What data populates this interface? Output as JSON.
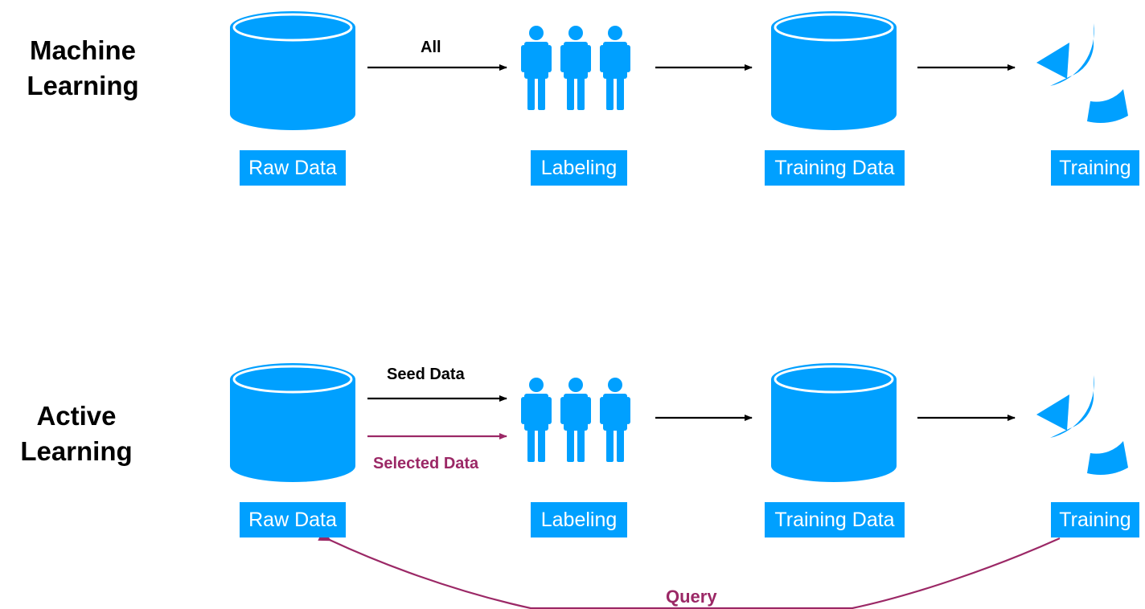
{
  "colors": {
    "node": "#00a0ff",
    "arrow": "#000000",
    "query": "#9b2866"
  },
  "rows": [
    {
      "title_line1": "Machine",
      "title_line2": "Learning",
      "nodes": [
        "Raw Data",
        "Labeling",
        "Training Data",
        "Training"
      ],
      "edge_label": "All"
    },
    {
      "title_line1": "Active",
      "title_line2": "Learning",
      "nodes": [
        "Raw Data",
        "Labeling",
        "Training Data",
        "Training"
      ],
      "edge_label_top": "Seed Data",
      "edge_label_bottom": "Selected Data",
      "feedback_label": "Query"
    }
  ],
  "icons": {
    "raw_data": "database-cylinder-icon",
    "labeling": "people-group-icon",
    "training_data": "database-cylinder-icon",
    "training": "refresh-cycle-icon"
  }
}
